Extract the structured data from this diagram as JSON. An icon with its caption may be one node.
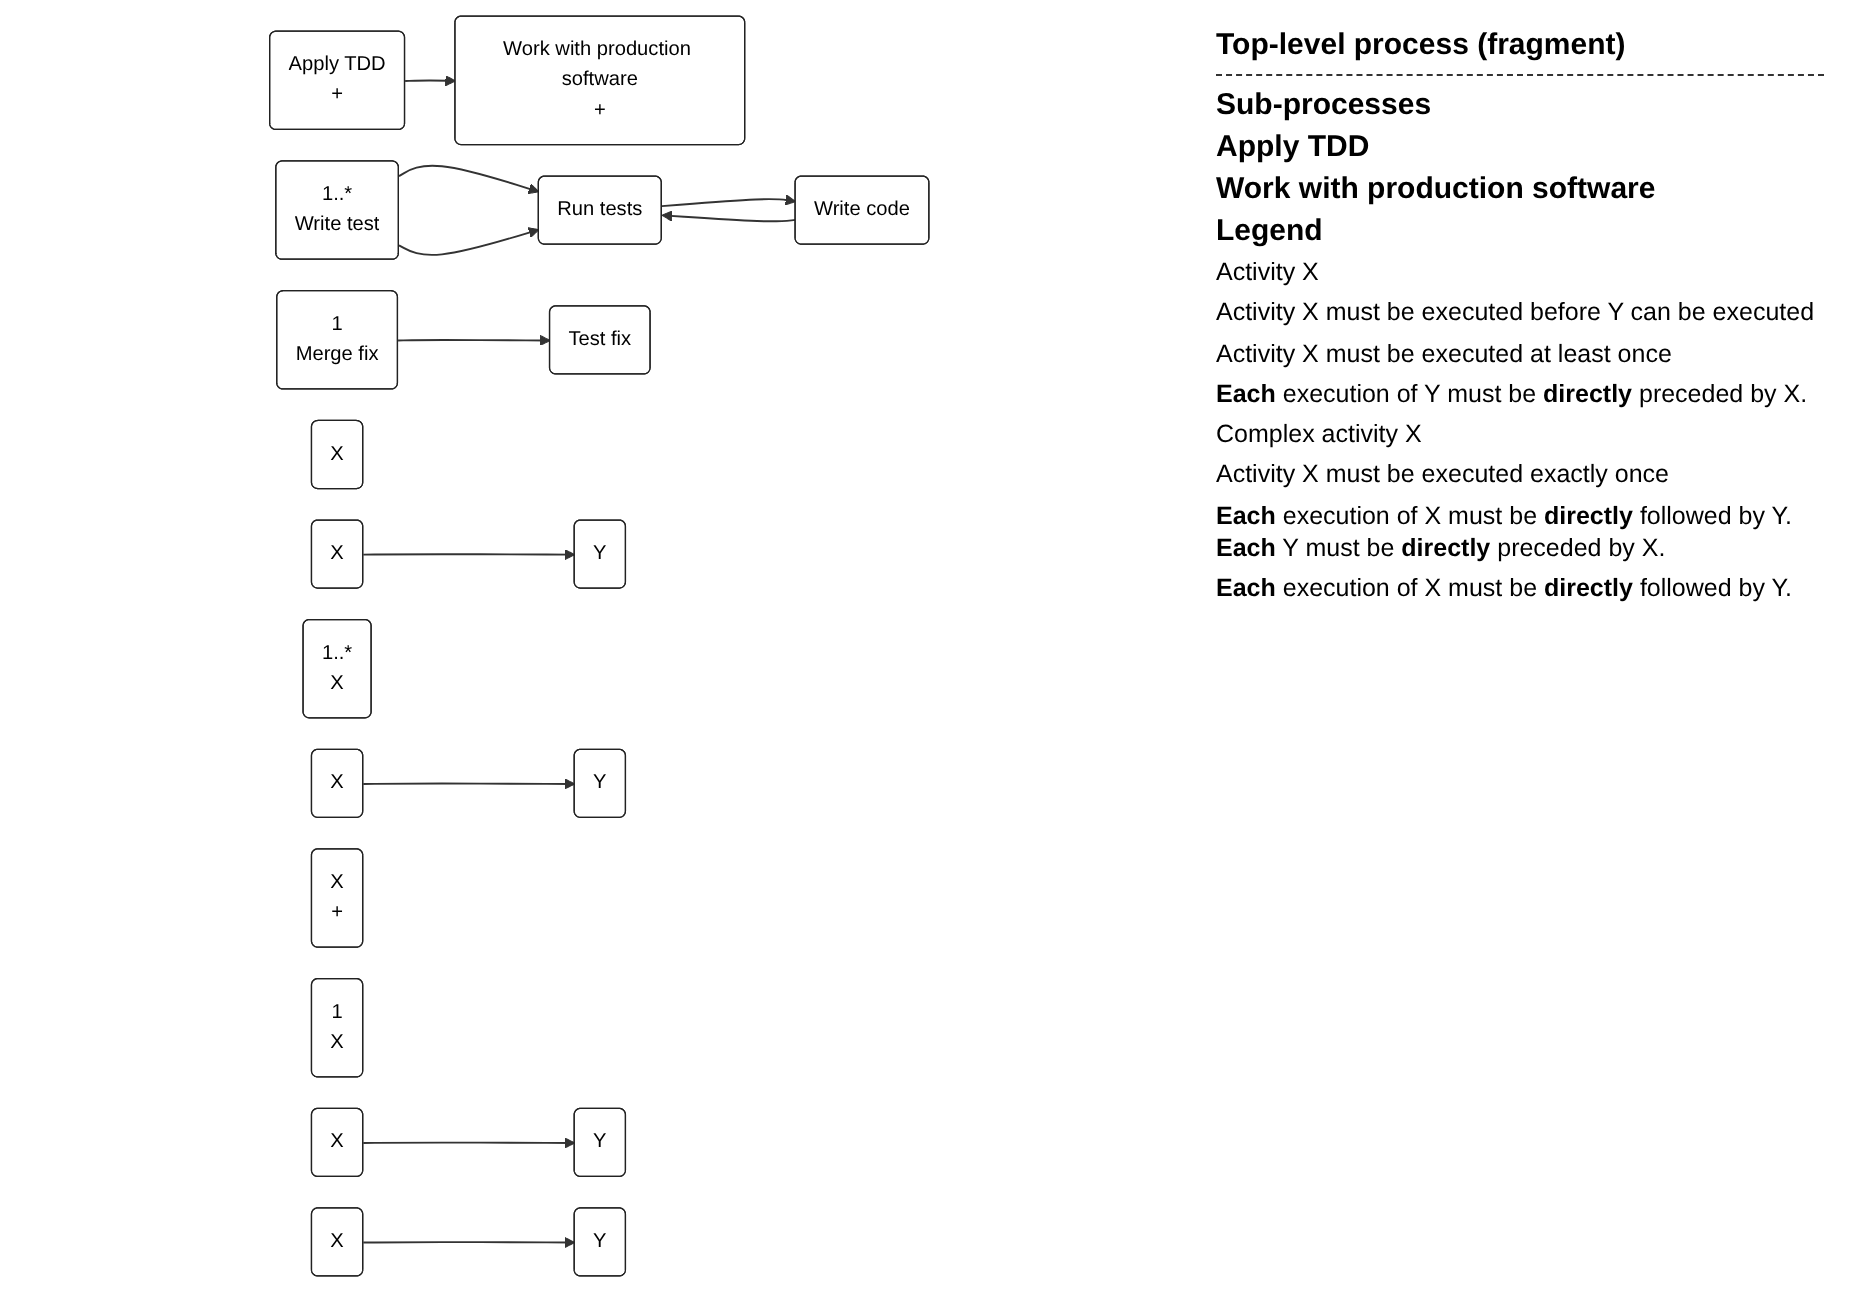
{
  "diagram": {
    "nodes": [
      {
        "text": [
          "Apply TDD",
          "+"
        ]
      },
      {
        "text": [
          "Work with production software",
          "+"
        ]
      },
      {
        "text": [
          "1..*",
          "Write test"
        ]
      },
      {
        "text": [
          "Run tests"
        ]
      },
      {
        "text": [
          "Write code"
        ]
      },
      {
        "text": [
          "1",
          "Merge fix"
        ]
      },
      {
        "text": [
          "Test fix"
        ]
      },
      {
        "text": [
          "X"
        ]
      },
      {
        "text": [
          "X"
        ]
      },
      {
        "text": [
          "Y"
        ]
      },
      {
        "text": [
          "1..*",
          "X"
        ]
      },
      {
        "text": [
          "X"
        ]
      },
      {
        "text": [
          "Y"
        ]
      },
      {
        "text": [
          "X",
          "+"
        ]
      },
      {
        "text": [
          "1",
          "X"
        ]
      },
      {
        "text": [
          "X"
        ]
      },
      {
        "text": [
          "Y"
        ]
      },
      {
        "text": [
          "X"
        ]
      },
      {
        "text": [
          "Y"
        ]
      }
    ],
    "edges": [
      {
        "from": 0,
        "to": 1,
        "arrow": "to"
      },
      {
        "from": 2,
        "to": 3,
        "arrow": "to"
      },
      {
        "from": 2,
        "to": 3,
        "arrow": "to"
      },
      {
        "from": 3,
        "to": 4,
        "arrow": "to"
      },
      {
        "from": 4,
        "to": 3,
        "arrow": "to"
      },
      {
        "from": 5,
        "to": 6,
        "arrow": "to"
      },
      {
        "from": 8,
        "to": 9,
        "arrow": "to"
      },
      {
        "from": 11,
        "to": 12,
        "arrow": "to"
      },
      {
        "from": 15,
        "to": 16,
        "arrow": "to"
      },
      {
        "from": 17,
        "to": 18,
        "arrow": "to"
      }
    ],
    "labels": [
      "Top-level process (fragment)",
      "Sub-processes",
      "Apply TDD",
      "Work with production software",
      "Legend"
    ],
    "legend": [
      {
        "text": "Activity X"
      },
      {
        "text": "Activity X must be executed before Y can be executed"
      },
      {
        "text": "Activity X must be executed at least once"
      },
      {
        "text": "**Each** execution of Y must be **directly** preceded by X."
      },
      {
        "text": "Complex activity X"
      },
      {
        "text": "Activity X must be executed exactly once"
      },
      {
        "text": "**Each** execution of X must be **directly** followed by Y. **Each** Y must be **directly** preceded by X."
      },
      {
        "text": "**Each** execution of X must be **directly** followed by Y."
      }
    ]
  }
}
